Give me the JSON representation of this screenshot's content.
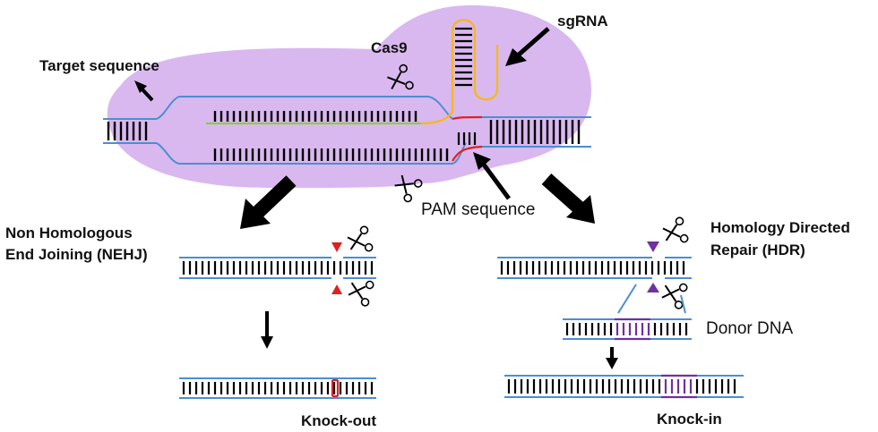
{
  "labels": {
    "sgrna": "sgRNA",
    "cas9": "Cas9",
    "target_sequence": "Target sequence",
    "pam_sequence": "PAM sequence",
    "nhej_line1": "Non Homologous",
    "nhej_line2": "End Joining (NEHJ)",
    "hdr_line1": "Homology Directed",
    "hdr_line2": "Repair (HDR)",
    "donor_dna": "Donor DNA",
    "knock_out": "Knock-out",
    "knock_in": "Knock-in"
  },
  "colors": {
    "cas9_blob": "#d9b8f0",
    "dna_strand": "#4a8fd0",
    "guide_green": "#92c83e",
    "sgrna_yellow": "#f5b820",
    "pam_red": "#e02020",
    "cut_red": "#e02020",
    "insert_purple": "#7030a0",
    "base_pair": "#000000"
  }
}
